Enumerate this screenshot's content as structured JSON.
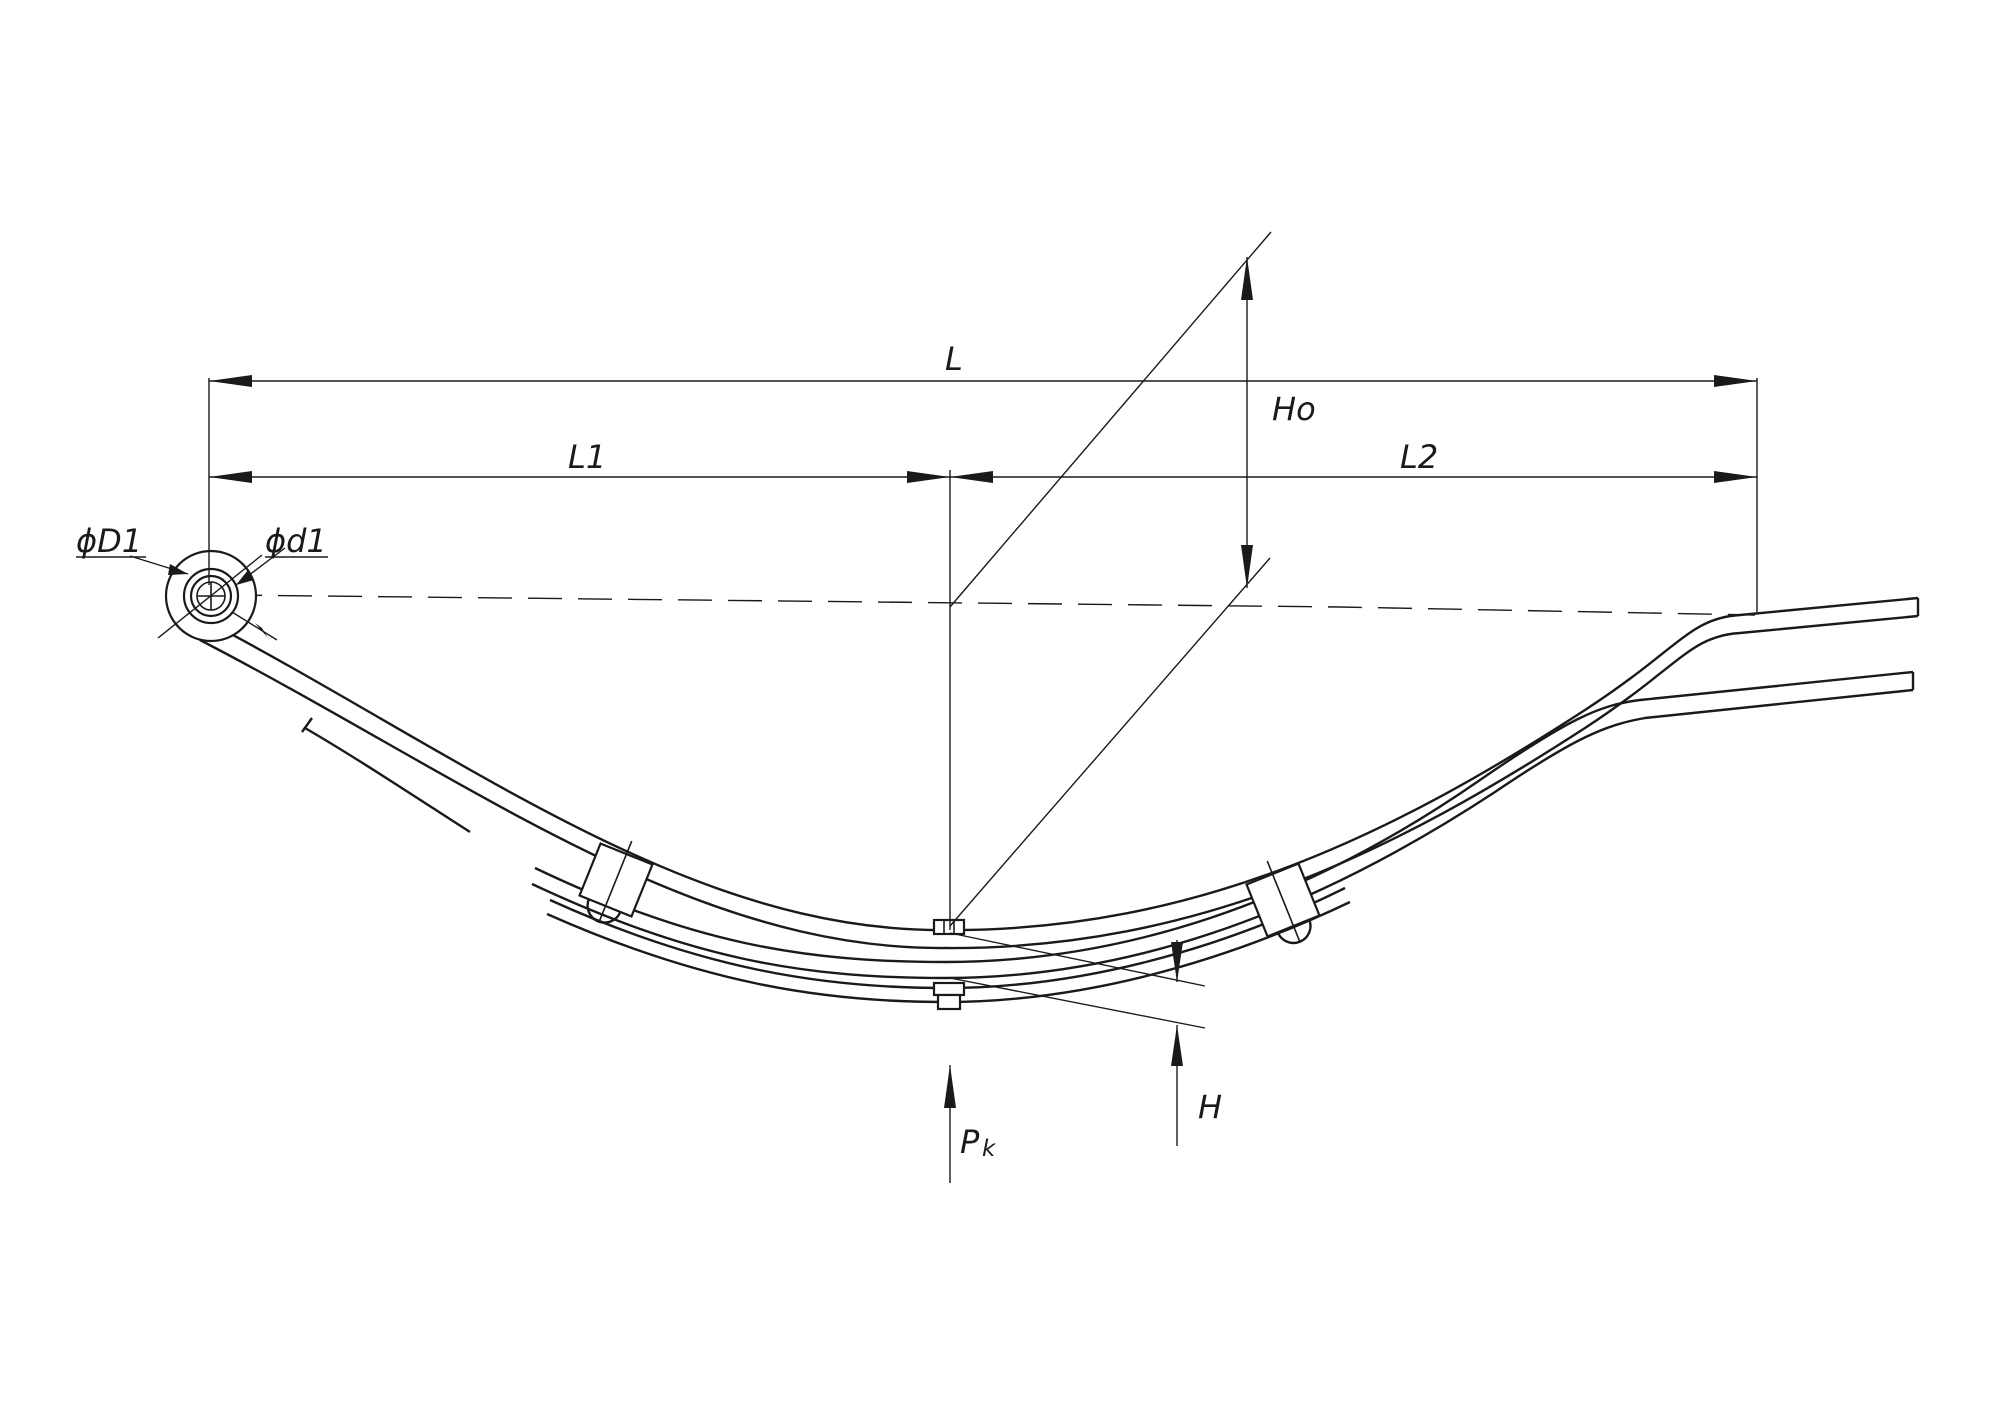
{
  "labels": {
    "L": "L",
    "L1": "L1",
    "L2": "L2",
    "Ho": "Ho",
    "H": "H",
    "Pk_main": "P",
    "Pk_sub": "k",
    "D1": "ϕD1",
    "d1": "ϕd1"
  }
}
